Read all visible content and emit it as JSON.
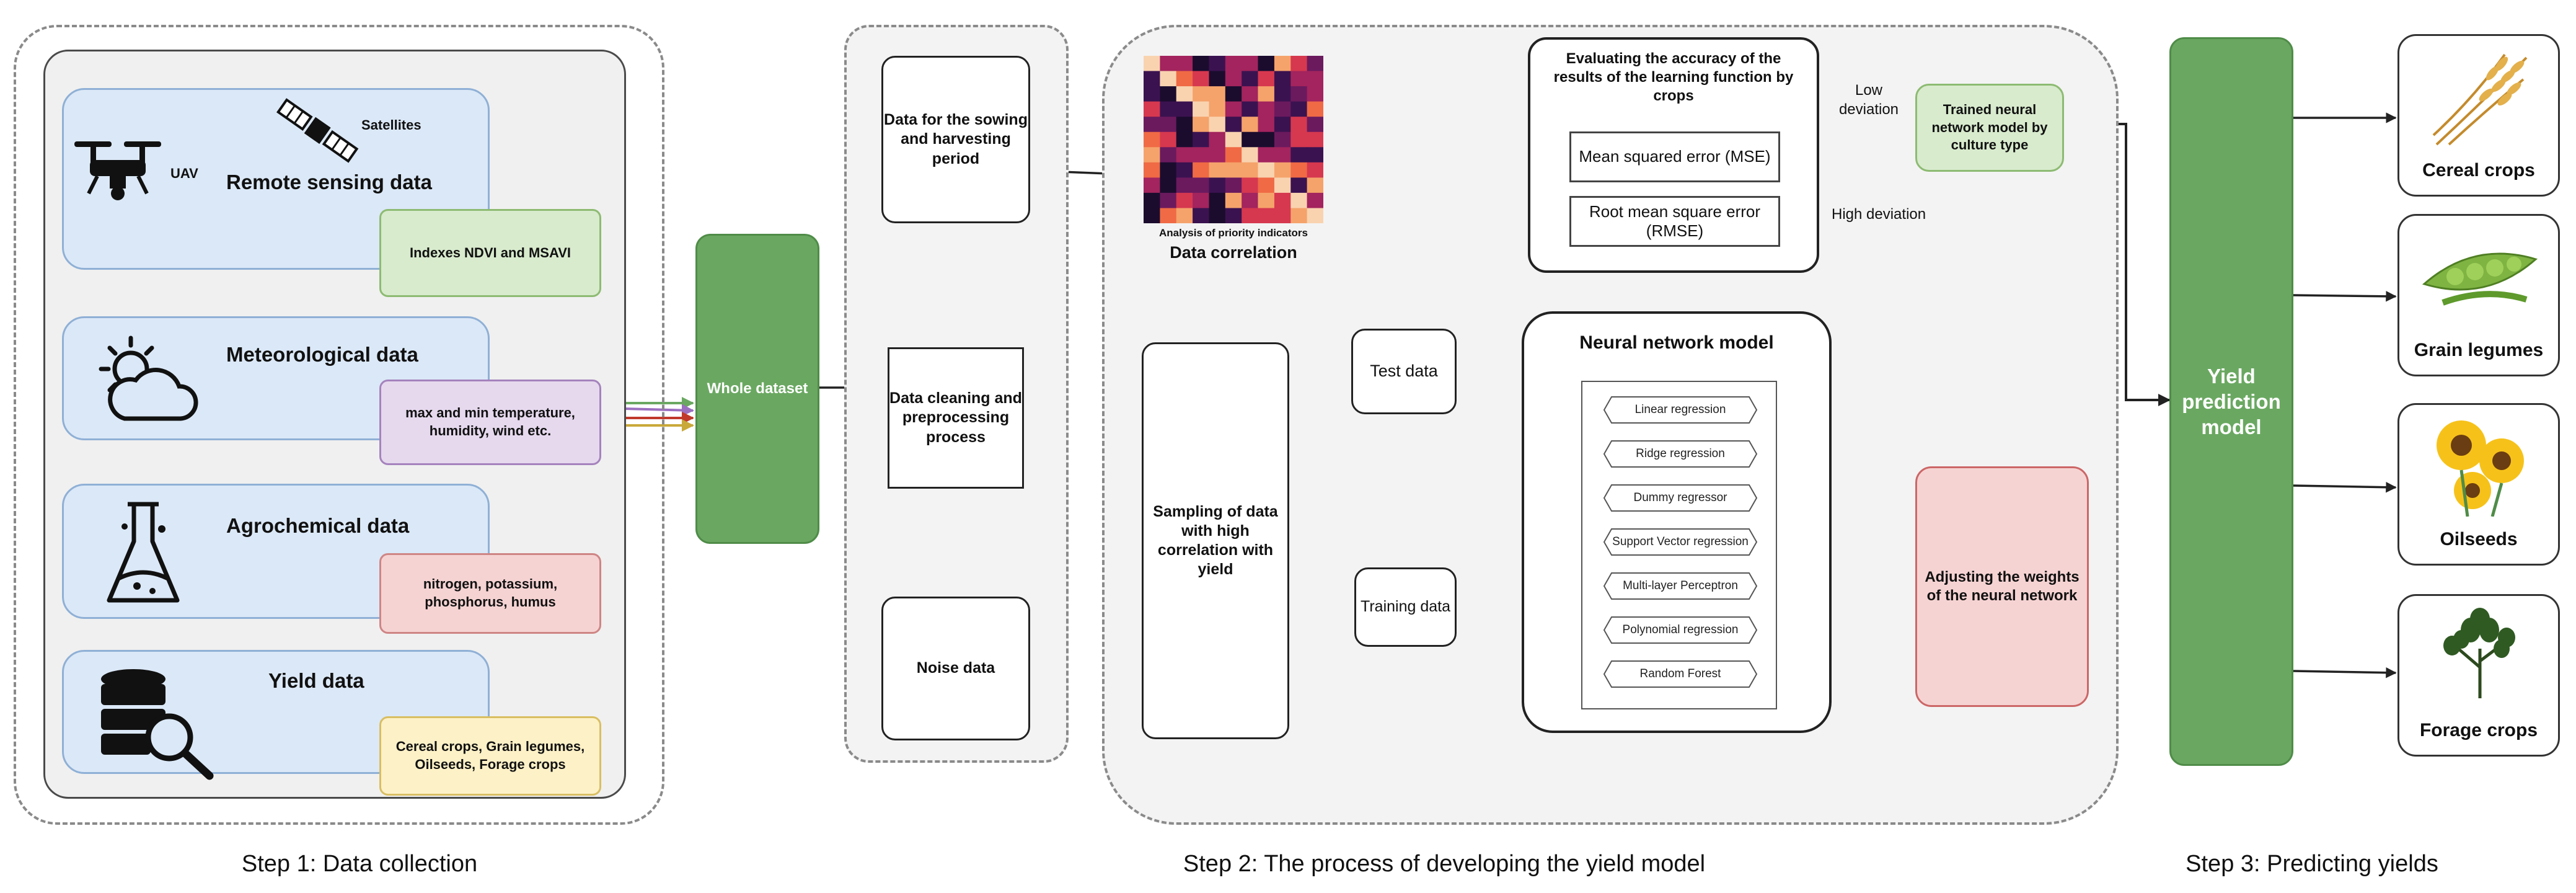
{
  "step1": {
    "label": "Step 1: Data collection",
    "remote": {
      "title": "Remote sensing data",
      "uav": "UAV",
      "satellites": "Satellites",
      "chip": "Indexes NDVI and MSAVI"
    },
    "meteo": {
      "title": "Meteorological data",
      "chip": "max and min temperature, humidity, wind etc."
    },
    "agro": {
      "title": "Agrochemical data",
      "chip": "nitrogen, potassium, phosphorus, humus"
    },
    "yield": {
      "title": "Yield data",
      "chip": "Cereal crops, Grain legumes, Oilseeds, Forage crops"
    },
    "whole_dataset": "Whole dataset"
  },
  "stage_prep": {
    "sowing": "Data for the sowing and harvesting period",
    "cleaning": "Data cleaning and preprocessing process",
    "noise": "Noise data"
  },
  "step2": {
    "label": "Step 2: The process of developing the yield model",
    "heatmap_caption_small": "Analysis of priority indicators",
    "heatmap_caption_big": "Data correlation",
    "sampling": "Sampling of data with high correlation with yield",
    "test_data": "Test data",
    "training_data": "Training data",
    "evaluating": {
      "title": "Evaluating the accuracy of the results of the learning function by crops",
      "mse": "Mean squared error (MSE)",
      "rmse": "Root mean square error (RMSE)"
    },
    "low_deviation": "Low deviation",
    "high_deviation": "High deviation",
    "trained": "Trained neural network model by culture type",
    "nn_model": {
      "title": "Neural network model",
      "items": [
        "Linear regression",
        "Ridge regression",
        "Dummy regressor",
        "Support Vector regression",
        "Multi-layer Perceptron",
        "Polynomial regression",
        "Random Forest"
      ]
    },
    "adjusting": "Adjusting the weights of the neural network"
  },
  "step3": {
    "label": "Step 3: Predicting yields",
    "yield_model": "Yield prediction model",
    "crops": [
      "Cereal crops",
      "Grain legumes",
      "Oilseeds",
      "Forage crops"
    ]
  },
  "colors": {
    "green": "#6aa861",
    "source_blue": "#dbe8f7",
    "chip_green": "#d8ebcd",
    "chip_purple": "#e6d9ee",
    "chip_red": "#f6d3d3",
    "chip_yellow": "#fdf1c7",
    "arrow_purple": "#9b6fc0",
    "arrow_red": "#c0392b",
    "arrow_yellow": "#c9a93a",
    "arrow_green": "#6aa861"
  }
}
